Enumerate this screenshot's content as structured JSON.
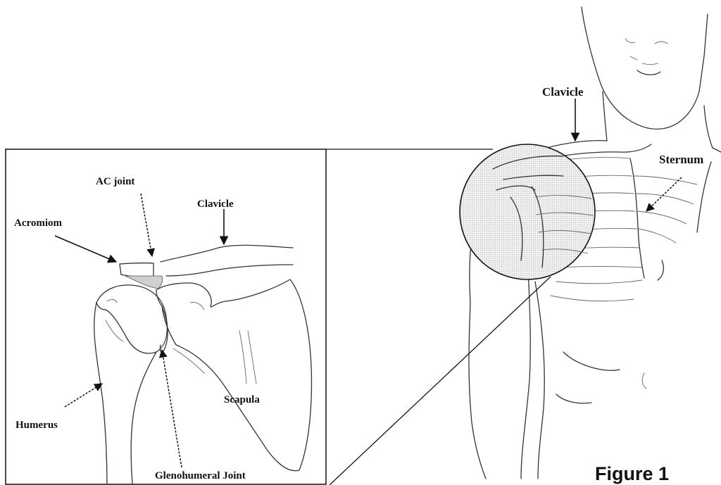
{
  "labels": {
    "ac_joint": "AC joint",
    "clavicle_detail": "Clavicle",
    "acromiom": "Acromiom",
    "humerus": "Humerus",
    "scapula": "Scapula",
    "glenohumeral": "Glenohumeral Joint",
    "clavicle_body": "Clavicle",
    "sternum": "Sternum",
    "figure_caption": "Figure 1"
  },
  "colors": {
    "ink": "#333333",
    "frame": "#000000",
    "magnifier_fill": "#e6e6e6"
  }
}
